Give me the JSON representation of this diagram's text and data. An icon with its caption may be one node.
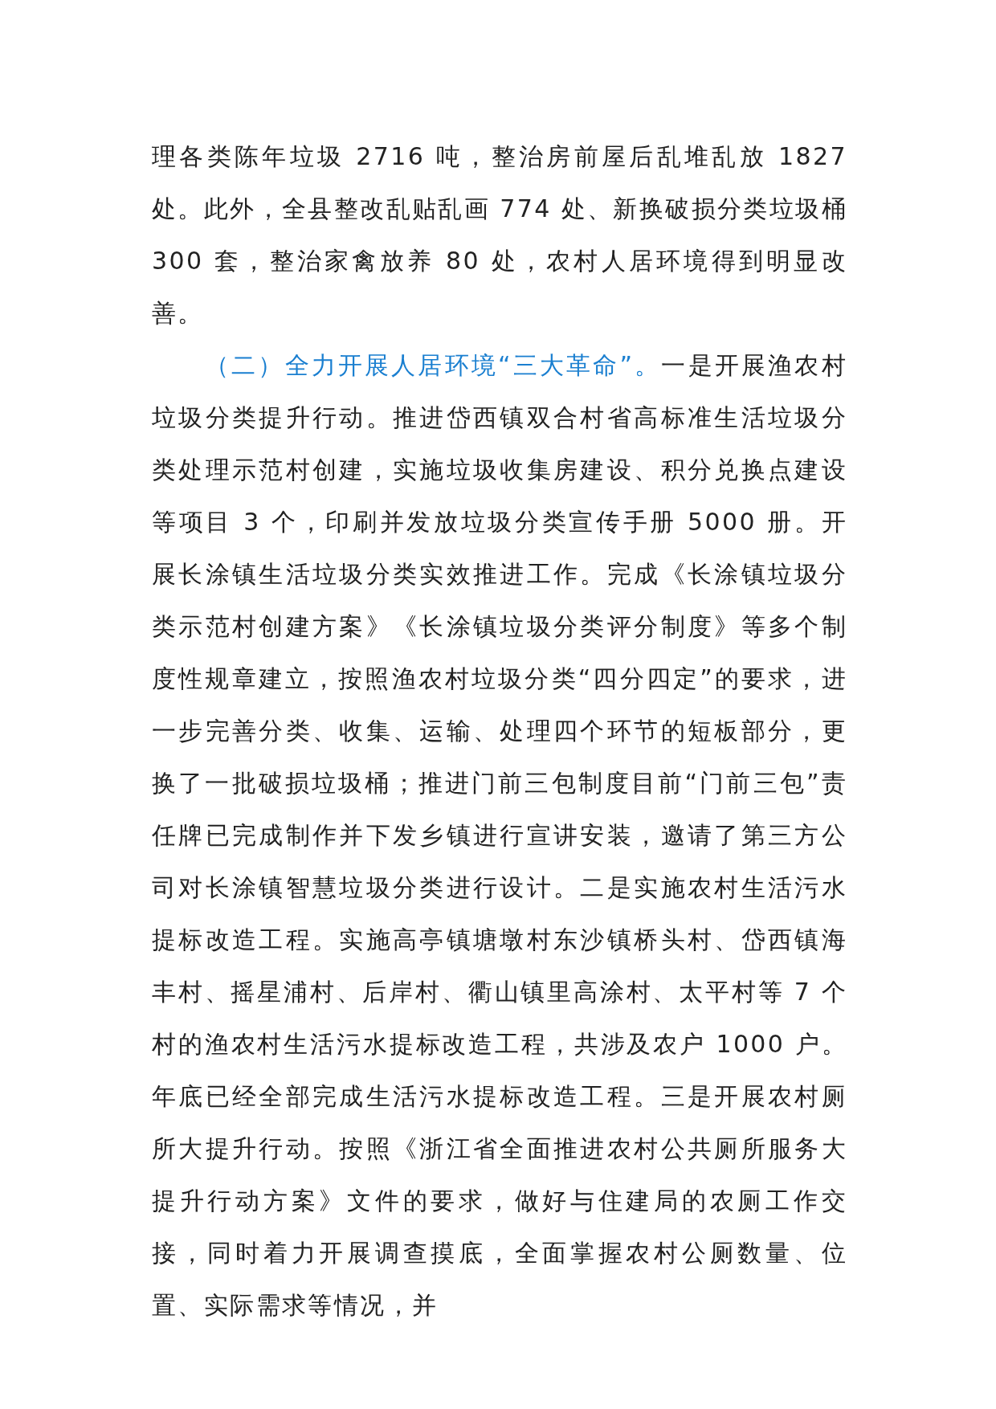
{
  "diagram": {
    "labels": [
      "理各类陈年垃圾 2716 吨，整治房前屋后乱堆乱放 1827 处。此外，全县整改乱贴乱画 774 处、新换破损分类垃圾桶 300 套，整治家禽放养 80 处，农村人居环境得到明显改善。",
      "（二）全力开展人居环境“三大革命”。",
      "一是开展渔农村垃圾分类提升行动。推进岱西镇双合村省高标准生活垃圾分类处理示范村创建，实施垃圾收集房建设、积分兑换点建设等项目 3 个，印刷并发放垃圾分类宣传手册 5000 册。开展长涂镇生活垃圾分类实效推进工作。完成《长涂镇垃圾分类示范村创建方案》《长涂镇垃圾分类评分制度》等多个制度性规章建立，按照渔农村垃圾分类“四分四定”的要求，进一步完善分类、收集、运输、处理四个环节的短板部分，更换了一批破损垃圾桶；推进门前三包制度目前“门前三包”责任牌已完成制作并下发乡镇进行宣讲安装，邀请了第三方公司对长涂镇智慧垃圾分类进行设计。二是实施农村生活污水提标改造工程。实施高亭镇塘墩村东沙镇桥头村、岱西镇海丰村、摇星浦村、后岸村、衢山镇里高涂村、太平村等 7 个村的渔农村生活污水提标改造工程，共涉及农户 1000 户。年底已经全部完成生活污水提标改造工程。三是开展农村厕所大提升行动。按照《浙江省全面推进农村公共厕所服务大提升行动方案》文件的要求，做好与住建局的农厕工作交接，同时着力开展调查摸底，全面掌握农村公厕数量、位置、实际需求等情况，并"
    ]
  }
}
